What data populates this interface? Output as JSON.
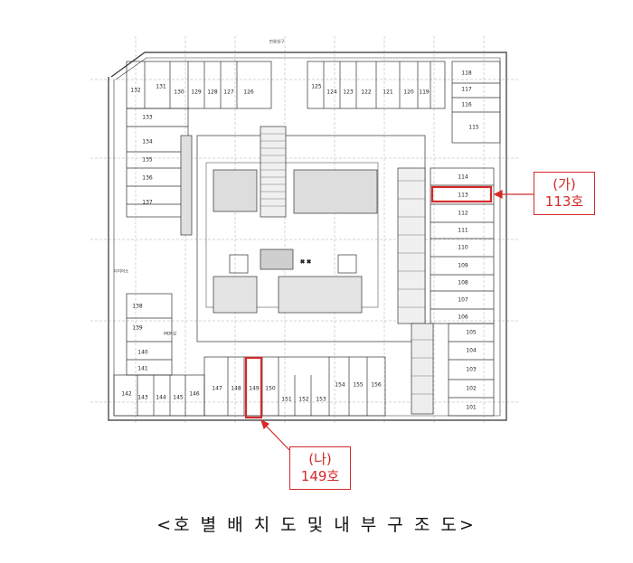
{
  "plan": {
    "top_entrance": "전용입구",
    "left_label_1": "다이어소",
    "left_label_2": "MDF실",
    "rooms": {
      "101": "101",
      "102": "102",
      "103": "103",
      "104": "104",
      "105": "105",
      "106": "106",
      "107": "107",
      "108": "108",
      "109": "109",
      "110": "110",
      "111": "111",
      "112": "112",
      "113": "113",
      "114": "114",
      "115": "115",
      "116": "116",
      "117": "117",
      "118": "118",
      "119": "119",
      "120": "120",
      "121": "121",
      "122": "122",
      "123": "123",
      "124": "124",
      "125": "125",
      "126": "126",
      "127": "127",
      "128": "128",
      "129": "129",
      "130": "130",
      "131": "131",
      "132": "132",
      "133": "133",
      "134": "134",
      "135": "135",
      "136": "136",
      "137": "137",
      "138": "138",
      "139": "139",
      "140": "140",
      "141": "141",
      "142": "142",
      "143": "143",
      "144": "144",
      "145": "145",
      "146": "146",
      "147": "147",
      "148": "148",
      "149": "149",
      "150": "150",
      "151": "151",
      "152": "152",
      "153": "153",
      "154": "154",
      "155": "155",
      "156": "156"
    }
  },
  "callouts": {
    "ga": {
      "label": "(가)",
      "unit": "113호"
    },
    "na": {
      "label": "(나)",
      "unit": "149호"
    }
  },
  "caption": "<호 별 배 치 도 및 내 부 구 조 도>",
  "colors": {
    "highlight": "#d42a2a",
    "line": "#333333"
  }
}
